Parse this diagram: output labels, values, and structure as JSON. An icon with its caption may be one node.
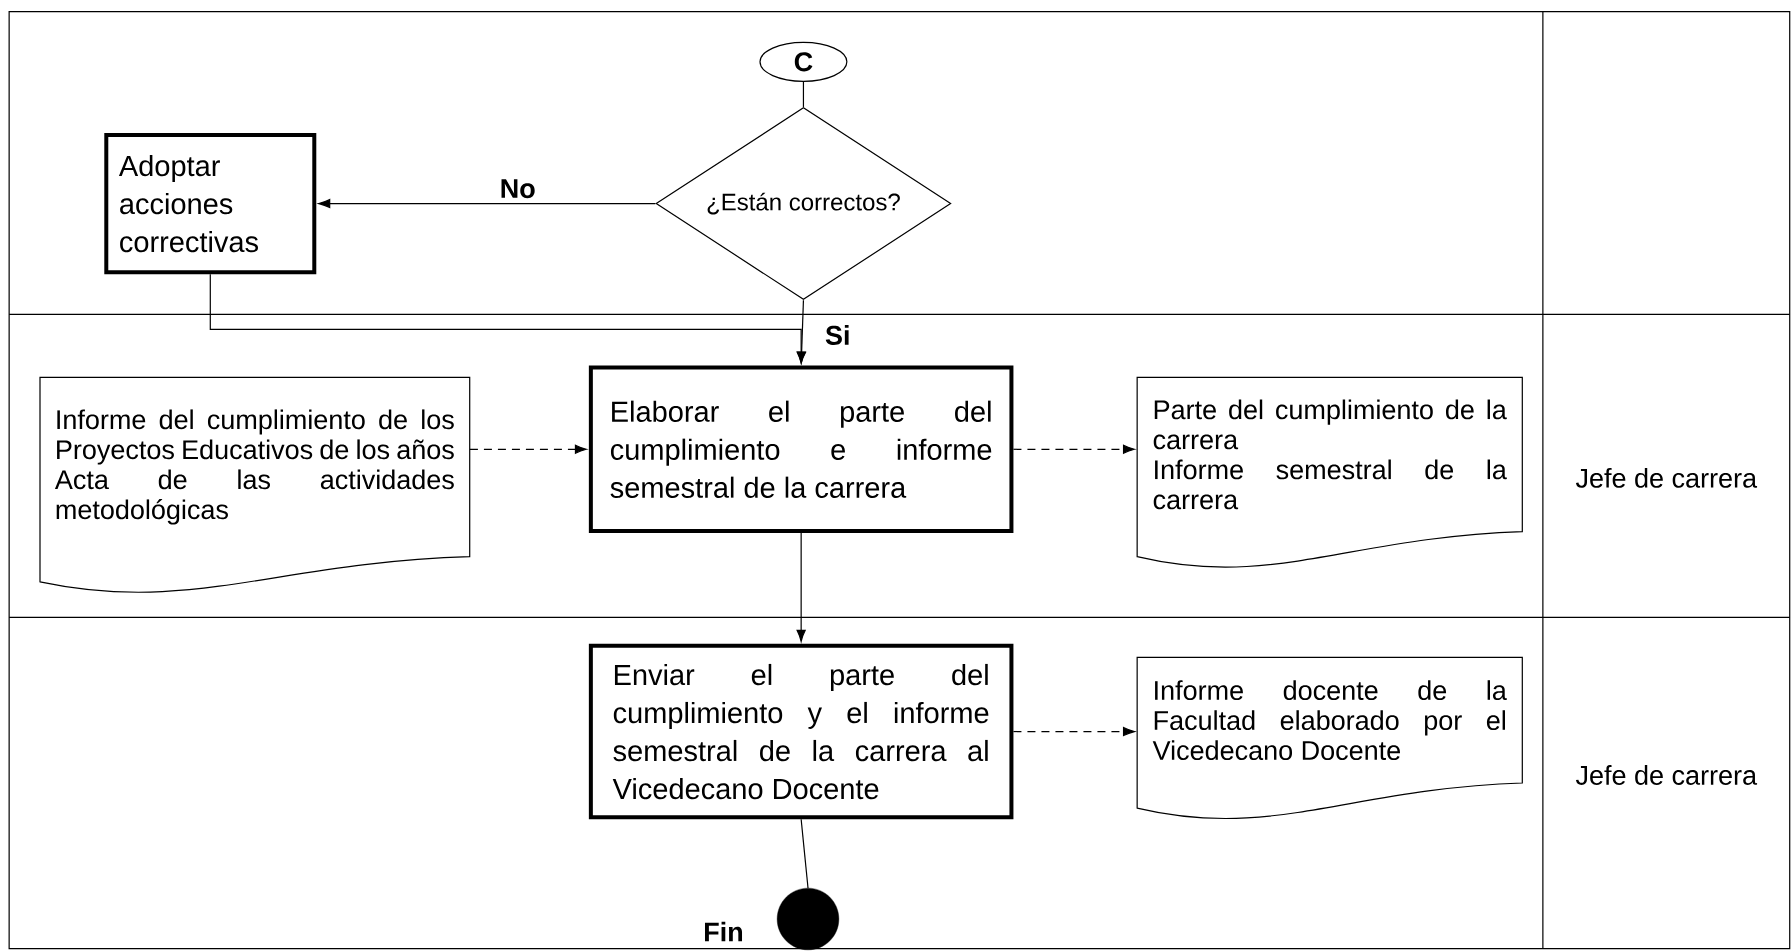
{
  "diagram": {
    "nodes": [
      {
        "text": [
          "C"
        ]
      },
      {
        "text": [
          "¿Están correctos?"
        ]
      },
      {
        "text": [
          "Adoptar acciones correctivas"
        ]
      },
      {
        "text": [
          "Informe del cumplimiento de los Proyectos Educativos de los años",
          "Acta de las actividades metodológicas"
        ]
      },
      {
        "text": [
          "Elaborar el parte del cumplimiento e informe semestral de la carrera"
        ]
      },
      {
        "text": [
          "Parte del cumplimiento de la carrera",
          "Informe semestral de la carrera"
        ]
      },
      {
        "text": [
          "Enviar el parte del cumplimiento y el informe semestral de la carrera al Vicedecano Docente"
        ]
      },
      {
        "text": [
          "Informe docente de la Facultad elaborado por el Vicedecano Docente"
        ]
      },
      {
        "text": [],
        "shape": "circle",
        "beside": [
          "Fin"
        ]
      }
    ],
    "edges": [
      {
        "from": 0,
        "to": 1,
        "arrow": "none"
      },
      {
        "from": 1,
        "to": 2,
        "arrow": "to",
        "label": "No"
      },
      {
        "from": 2,
        "to": 4,
        "arrow": "to"
      },
      {
        "from": 1,
        "to": 4,
        "arrow": "to",
        "label": "Si"
      },
      {
        "from": 3,
        "to": 4,
        "arrow": "to",
        "style": "dashed"
      },
      {
        "from": 4,
        "to": 5,
        "arrow": "to",
        "style": "dashed"
      },
      {
        "from": 4,
        "to": 6,
        "arrow": "to"
      },
      {
        "from": 6,
        "to": 7,
        "arrow": "to",
        "style": "dashed"
      },
      {
        "from": 6,
        "to": 8,
        "arrow": "none"
      }
    ],
    "labels": [
      "Jefe de carrera",
      "Jefe de carrera"
    ]
  }
}
